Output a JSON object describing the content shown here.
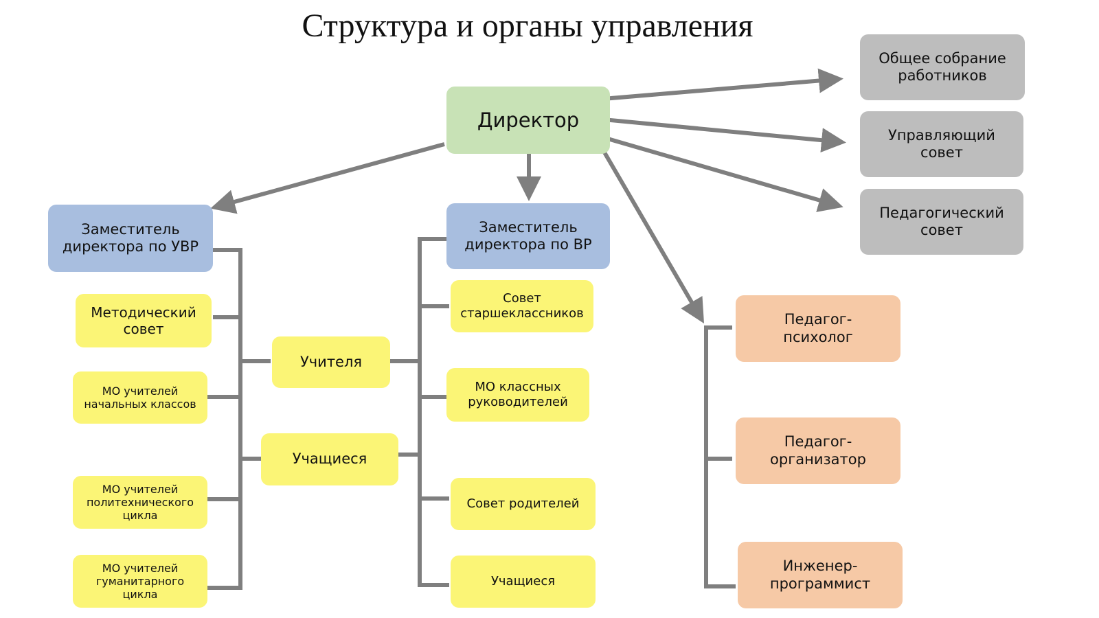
{
  "title": "Структура и органы управления",
  "director": "Директор",
  "councils": {
    "general_meeting": "Общее собрание работников",
    "governing_council": "Управляющий совет",
    "pedagogical_council": "Педагогический совет"
  },
  "deputies": {
    "uvr": "Заместитель директора по УВР",
    "vr": "Заместитель директора по ВР"
  },
  "uvr_units": {
    "methodical_council": "Методический совет",
    "mo_primary": "МО учителей начальных классов",
    "mo_polytechnic": "МО учителей политехнического цикла",
    "mo_humanitarian": "МО учителей гуманитарного цикла"
  },
  "shared": {
    "teachers": "Учителя",
    "students": "Учащиеся"
  },
  "vr_units": {
    "senior_council": "Совет старшеклассников",
    "mo_class_teachers": "МО классных руководителей",
    "parents_council": "Совет родителей",
    "students": "Учащиеся"
  },
  "specialists": {
    "psychologist": "Педагог-психолог",
    "organizer": "Педагог-организатор",
    "programmer": "Инженер-программист"
  },
  "colors": {
    "director": "#c8e2b6",
    "deputy": "#a8bedf",
    "council": "#bdbdbd",
    "unit": "#fbf576",
    "specialist": "#f6c9a6",
    "connector": "#7f7f7f"
  }
}
